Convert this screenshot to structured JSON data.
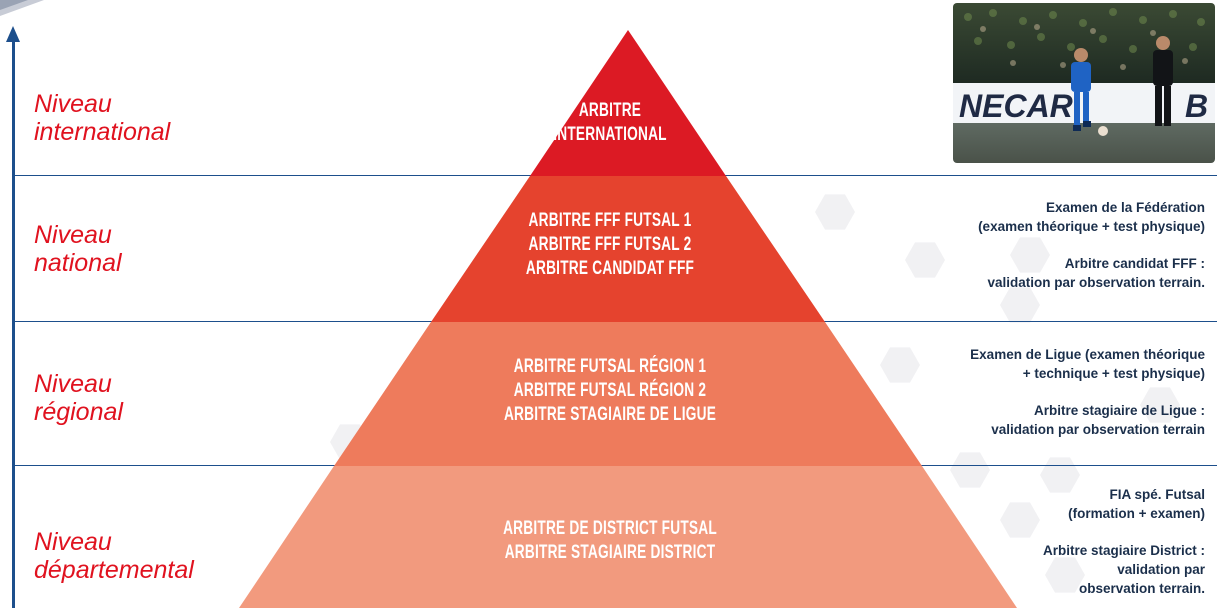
{
  "levels": [
    {
      "label_line1": "Niveau",
      "label_line2": "international",
      "tier_lines": [
        "ARBITRE",
        "INTERNATIONAL"
      ]
    },
    {
      "label_line1": "Niveau",
      "label_line2": "national",
      "tier_lines": [
        "ARBITRE FFF FUTSAL 1",
        "ARBITRE FFF FUTSAL 2",
        "ARBITRE CANDIDAT FFF"
      ]
    },
    {
      "label_line1": "Niveau",
      "label_line2": "régional",
      "tier_lines": [
        "ARBITRE FUTSAL RÉGION 1",
        "ARBITRE FUTSAL RÉGION 2",
        "ARBITRE STAGIAIRE DE LIGUE"
      ]
    },
    {
      "label_line1": "Niveau",
      "label_line2": "départemental",
      "tier_lines": [
        "ARBITRE DE DISTRICT FUTSAL",
        "ARBITRE STAGIAIRE DISTRICT"
      ]
    }
  ],
  "notes": {
    "national": {
      "a1": "Examen de la Fédération",
      "a2": "(examen théorique + test physique)",
      "b1": "Arbitre candidat FFF :",
      "b2": "validation par observation terrain."
    },
    "regional": {
      "a1": "Examen de Ligue (examen théorique",
      "a2": "+ technique + test physique)",
      "b1": "Arbitre stagiaire de Ligue :",
      "b2": "validation par observation terrain"
    },
    "departemental": {
      "a1": "FIA spé. Futsal",
      "a2": "(formation + examen)",
      "b1": "Arbitre stagiaire District :",
      "b2": "validation par",
      "b3": "observation terrain."
    }
  },
  "photo": {
    "banner_text": "NECAR",
    "banner_text_2": "B"
  },
  "colors": {
    "axis": "#1d4f8c",
    "label": "#e0121f",
    "tier_international": "#dc1a24",
    "tier_national": "#e5432e",
    "tier_regional": "#ee7b5c",
    "tier_departemental": "#f29a7e",
    "note_text": "#1b2f4b"
  }
}
